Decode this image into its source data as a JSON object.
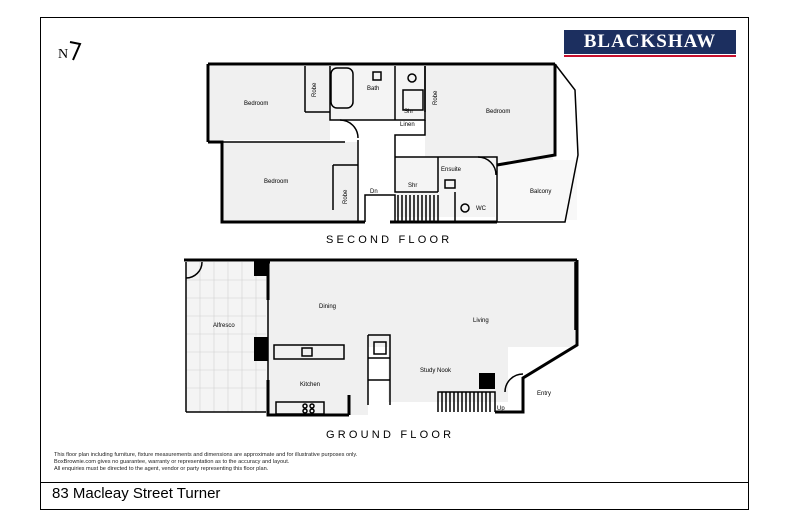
{
  "brand": {
    "name": "BLACKSHAW",
    "accent": "#1c2f5f",
    "underline": "#c8102e"
  },
  "north_label": "N",
  "floors": {
    "second": {
      "title": "SECOND FLOOR",
      "rooms": {
        "bedroom1": "Bedroom",
        "robe1": "Robe",
        "bath": "Bath",
        "shr1": "Shr",
        "robe2": "Robe",
        "bedroom2": "Bedroom",
        "linen": "Linen",
        "bedroom3": "Bedroom",
        "robe3": "Robe",
        "dn": "Dn",
        "ensuite": "Ensuite",
        "shr2": "Shr",
        "wc": "WC",
        "balcony": "Balcony"
      }
    },
    "ground": {
      "title": "GROUND FLOOR",
      "rooms": {
        "alfresco": "Alfresco",
        "dining": "Dining",
        "living": "Living",
        "kitchen": "Kitchen",
        "study": "Study Nook",
        "entry": "Entry",
        "up": "Up"
      }
    }
  },
  "disclaimer": [
    "This floor plan including furniture, fixture measurements and dimensions are approximate and for illustrative purposes only.",
    "BoxBrownie.com gives no guarantee, warranty or representation as to the accuracy and layout.",
    "All enquiries must be directed to the agent, vendor or party representing this floor plan."
  ],
  "address": "83 Macleay Street Turner",
  "colors": {
    "room_fill": "#f0f0f0",
    "wall": "#000000"
  }
}
